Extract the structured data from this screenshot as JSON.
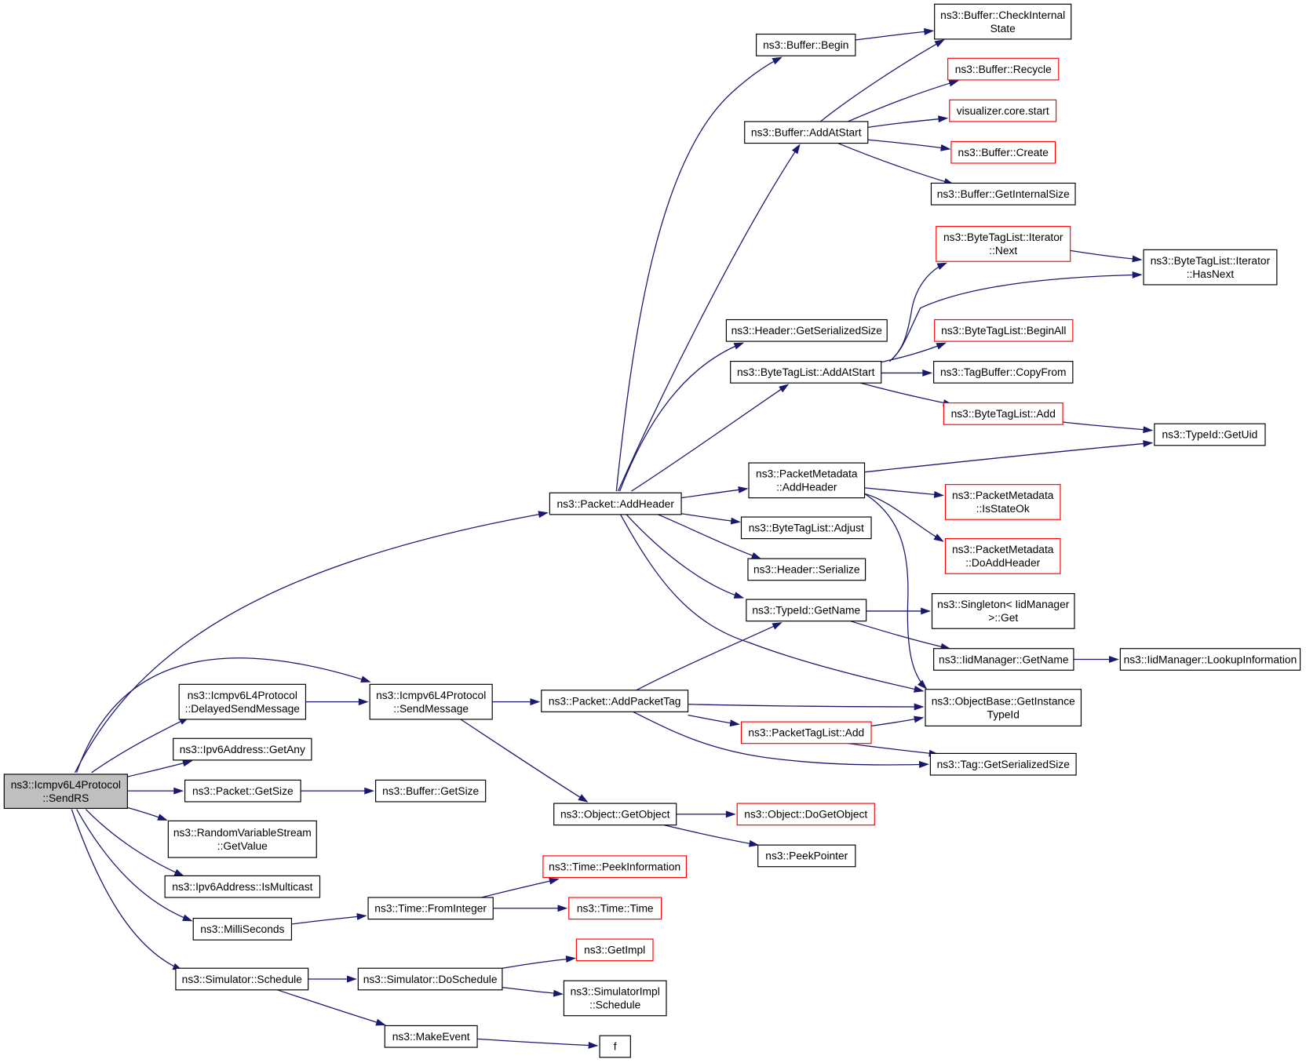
{
  "graph": {
    "edge_color": "#191970",
    "link_color": "#ff0000",
    "root_fill": "#bfbfbf",
    "nodes": [
      {
        "id": "root",
        "lines": [
          "ns3::Icmpv6L4Protocol",
          "::SendRS"
        ],
        "style": "root"
      },
      {
        "id": "delayed",
        "lines": [
          "ns3::Icmpv6L4Protocol",
          "::DelayedSendMessage"
        ],
        "style": "normal"
      },
      {
        "id": "sendmsg",
        "lines": [
          "ns3::Icmpv6L4Protocol",
          "::SendMessage"
        ],
        "style": "normal"
      },
      {
        "id": "getany",
        "lines": [
          "ns3::Ipv6Address::GetAny"
        ],
        "style": "normal"
      },
      {
        "id": "pgetsize",
        "lines": [
          "ns3::Packet::GetSize"
        ],
        "style": "normal"
      },
      {
        "id": "bgetsize",
        "lines": [
          "ns3::Buffer::GetSize"
        ],
        "style": "normal"
      },
      {
        "id": "getvalue",
        "lines": [
          "ns3::RandomVariableStream",
          "::GetValue"
        ],
        "style": "normal"
      },
      {
        "id": "ismulti",
        "lines": [
          "ns3::Ipv6Address::IsMulticast"
        ],
        "style": "normal"
      },
      {
        "id": "milli",
        "lines": [
          "ns3::MilliSeconds"
        ],
        "style": "normal"
      },
      {
        "id": "fromint",
        "lines": [
          "ns3::Time::FromInteger"
        ],
        "style": "normal"
      },
      {
        "id": "peekinfo",
        "lines": [
          "ns3::Time::PeekInformation"
        ],
        "style": "red"
      },
      {
        "id": "timetime",
        "lines": [
          "ns3::Time::Time"
        ],
        "style": "red"
      },
      {
        "id": "simsched",
        "lines": [
          "ns3::Simulator::Schedule"
        ],
        "style": "normal"
      },
      {
        "id": "dosched",
        "lines": [
          "ns3::Simulator::DoSchedule"
        ],
        "style": "normal"
      },
      {
        "id": "getimpl",
        "lines": [
          "ns3::GetImpl"
        ],
        "style": "red"
      },
      {
        "id": "simimpl",
        "lines": [
          "ns3::SimulatorImpl",
          "::Schedule"
        ],
        "style": "normal"
      },
      {
        "id": "makeevent",
        "lines": [
          "ns3::MakeEvent"
        ],
        "style": "normal"
      },
      {
        "id": "f",
        "lines": [
          "f"
        ],
        "style": "normal"
      },
      {
        "id": "addheader",
        "lines": [
          "ns3::Packet::AddHeader"
        ],
        "style": "normal"
      },
      {
        "id": "addpkttag",
        "lines": [
          "ns3::Packet::AddPacketTag"
        ],
        "style": "normal"
      },
      {
        "id": "getobject",
        "lines": [
          "ns3::Object::GetObject"
        ],
        "style": "normal"
      },
      {
        "id": "dogetobj",
        "lines": [
          "ns3::Object::DoGetObject"
        ],
        "style": "red"
      },
      {
        "id": "peekptr",
        "lines": [
          "ns3::PeekPointer"
        ],
        "style": "normal"
      },
      {
        "id": "bbegin",
        "lines": [
          "ns3::Buffer::Begin"
        ],
        "style": "normal"
      },
      {
        "id": "bcheck",
        "lines": [
          "ns3::Buffer::CheckInternal",
          "State"
        ],
        "style": "normal"
      },
      {
        "id": "baddstart",
        "lines": [
          "ns3::Buffer::AddAtStart"
        ],
        "style": "normal"
      },
      {
        "id": "brecycle",
        "lines": [
          "ns3::Buffer::Recycle"
        ],
        "style": "red"
      },
      {
        "id": "vizstart",
        "lines": [
          "visualizer.core.start"
        ],
        "style": "red"
      },
      {
        "id": "bcreate",
        "lines": [
          "ns3::Buffer::Create"
        ],
        "style": "red"
      },
      {
        "id": "bgetint",
        "lines": [
          "ns3::Buffer::GetInternalSize"
        ],
        "style": "normal"
      },
      {
        "id": "hgetser",
        "lines": [
          "ns3::Header::GetSerializedSize"
        ],
        "style": "normal"
      },
      {
        "id": "btladdstart",
        "lines": [
          "ns3::ByteTagList::AddAtStart"
        ],
        "style": "normal"
      },
      {
        "id": "btlnext",
        "lines": [
          "ns3::ByteTagList::Iterator",
          "::Next"
        ],
        "style": "red"
      },
      {
        "id": "btlhasnext",
        "lines": [
          "ns3::ByteTagList::Iterator",
          "::HasNext"
        ],
        "style": "normal"
      },
      {
        "id": "btlbeginall",
        "lines": [
          "ns3::ByteTagList::BeginAll"
        ],
        "style": "red"
      },
      {
        "id": "tbcopy",
        "lines": [
          "ns3::TagBuffer::CopyFrom"
        ],
        "style": "normal"
      },
      {
        "id": "btladd",
        "lines": [
          "ns3::ByteTagList::Add"
        ],
        "style": "red"
      },
      {
        "id": "getuid",
        "lines": [
          "ns3::TypeId::GetUid"
        ],
        "style": "normal"
      },
      {
        "id": "pmaddhdr",
        "lines": [
          "ns3::PacketMetadata",
          "::AddHeader"
        ],
        "style": "normal"
      },
      {
        "id": "pmisok",
        "lines": [
          "ns3::PacketMetadata",
          "::IsStateOk"
        ],
        "style": "red"
      },
      {
        "id": "pmdoadd",
        "lines": [
          "ns3::PacketMetadata",
          "::DoAddHeader"
        ],
        "style": "red"
      },
      {
        "id": "btladjust",
        "lines": [
          "ns3::ByteTagList::Adjust"
        ],
        "style": "normal"
      },
      {
        "id": "hser",
        "lines": [
          "ns3::Header::Serialize"
        ],
        "style": "normal"
      },
      {
        "id": "tidgetname",
        "lines": [
          "ns3::TypeId::GetName"
        ],
        "style": "normal"
      },
      {
        "id": "singleton",
        "lines": [
          "ns3::Singleton< IidManager",
          ">::Get"
        ],
        "style": "normal"
      },
      {
        "id": "iidgetname",
        "lines": [
          "ns3::IidManager::GetName"
        ],
        "style": "normal"
      },
      {
        "id": "lookup",
        "lines": [
          "ns3::IidManager::LookupInformation"
        ],
        "style": "normal"
      },
      {
        "id": "objbase",
        "lines": [
          "ns3::ObjectBase::GetInstance",
          "TypeId"
        ],
        "style": "normal"
      },
      {
        "id": "ptladd",
        "lines": [
          "ns3::PacketTagList::Add"
        ],
        "style": "red"
      },
      {
        "id": "taggetser",
        "lines": [
          "ns3::Tag::GetSerializedSize"
        ],
        "style": "normal"
      }
    ],
    "edges": [
      [
        "root",
        "addheader"
      ],
      [
        "root",
        "sendmsg"
      ],
      [
        "root",
        "delayed"
      ],
      [
        "root",
        "getany"
      ],
      [
        "root",
        "pgetsize"
      ],
      [
        "root",
        "getvalue"
      ],
      [
        "root",
        "ismulti"
      ],
      [
        "root",
        "milli"
      ],
      [
        "root",
        "simsched"
      ],
      [
        "delayed",
        "sendmsg"
      ],
      [
        "sendmsg",
        "addpkttag"
      ],
      [
        "sendmsg",
        "getobject"
      ],
      [
        "pgetsize",
        "bgetsize"
      ],
      [
        "milli",
        "fromint"
      ],
      [
        "fromint",
        "peekinfo"
      ],
      [
        "fromint",
        "timetime"
      ],
      [
        "simsched",
        "dosched"
      ],
      [
        "simsched",
        "makeevent"
      ],
      [
        "dosched",
        "getimpl"
      ],
      [
        "dosched",
        "simimpl"
      ],
      [
        "makeevent",
        "f"
      ],
      [
        "addheader",
        "bbegin"
      ],
      [
        "addheader",
        "baddstart"
      ],
      [
        "addheader",
        "hgetser"
      ],
      [
        "addheader",
        "btladdstart"
      ],
      [
        "addheader",
        "pmaddhdr"
      ],
      [
        "addheader",
        "btladjust"
      ],
      [
        "addheader",
        "hser"
      ],
      [
        "addheader",
        "tidgetname"
      ],
      [
        "addheader",
        "objbase"
      ],
      [
        "bbegin",
        "bcheck"
      ],
      [
        "baddstart",
        "bcheck"
      ],
      [
        "baddstart",
        "brecycle"
      ],
      [
        "baddstart",
        "vizstart"
      ],
      [
        "baddstart",
        "bcreate"
      ],
      [
        "baddstart",
        "bgetint"
      ],
      [
        "btladdstart",
        "btlnext"
      ],
      [
        "btladdstart",
        "btlhasnext"
      ],
      [
        "btladdstart",
        "btlbeginall"
      ],
      [
        "btladdstart",
        "tbcopy"
      ],
      [
        "btladdstart",
        "btladd"
      ],
      [
        "btlnext",
        "btlhasnext"
      ],
      [
        "btladd",
        "getuid"
      ],
      [
        "pmaddhdr",
        "getuid"
      ],
      [
        "pmaddhdr",
        "pmisok"
      ],
      [
        "pmaddhdr",
        "pmdoadd"
      ],
      [
        "pmaddhdr",
        "objbase"
      ],
      [
        "tidgetname",
        "singleton"
      ],
      [
        "tidgetname",
        "iidgetname"
      ],
      [
        "iidgetname",
        "lookup"
      ],
      [
        "addpkttag",
        "tidgetname"
      ],
      [
        "addpkttag",
        "objbase"
      ],
      [
        "addpkttag",
        "ptladd"
      ],
      [
        "addpkttag",
        "taggetser"
      ],
      [
        "ptladd",
        "objbase"
      ],
      [
        "ptladd",
        "taggetser"
      ],
      [
        "getobject",
        "dogetobj"
      ],
      [
        "getobject",
        "peekptr"
      ]
    ]
  }
}
